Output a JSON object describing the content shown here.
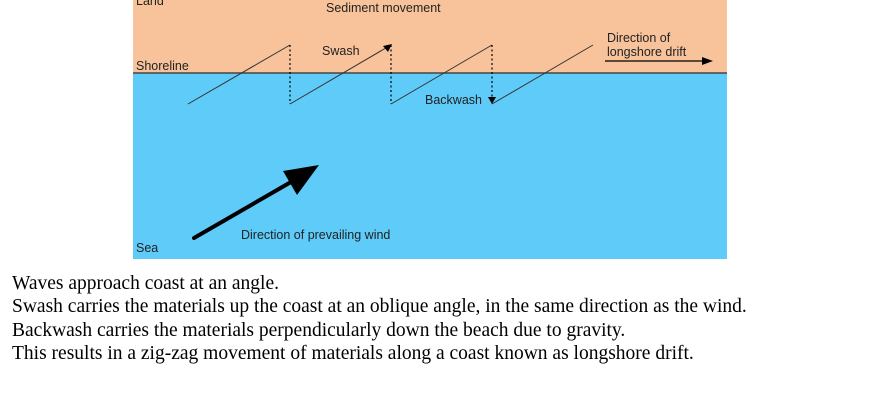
{
  "diagram": {
    "labels": {
      "land": "Land",
      "sediment_movement": "Sediment movement",
      "swash": "Swash",
      "backwash": "Backwash",
      "shoreline": "Shoreline",
      "longshore_drift_line1": "Direction of",
      "longshore_drift_line2": "longshore drift",
      "prevailing_wind": "Direction of prevailing wind",
      "sea": "Sea"
    },
    "colors": {
      "land": "#f8c39b",
      "sea": "#5ecbf8",
      "shoreline": "#444444",
      "arrows": "#000000"
    }
  },
  "caption": {
    "lines": [
      "Waves approach coast at an angle.",
      "Swash carries the materials up the coast at an oblique angle, in the same direction as the wind.",
      "Backwash carries the materials perpendicularly down the beach due to gravity.",
      "This results in a zig-zag movement of materials along a coast known as longshore drift."
    ]
  }
}
